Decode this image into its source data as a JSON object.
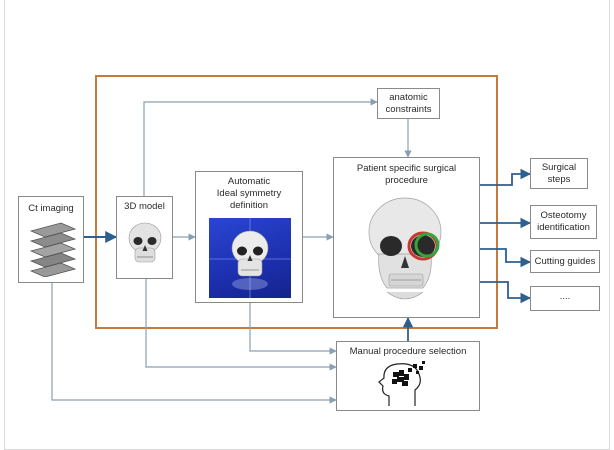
{
  "boxes": {
    "ct_imaging": "Ct imaging",
    "model_3d": "3D model",
    "symmetry": "Automatic\nIdeal symmetry\ndefinition",
    "constraints": "anatomic\nconstraints",
    "procedure": "Patient specific surgical\nprocedure",
    "manual": "Manual procedure selection",
    "steps": "Surgical\nsteps",
    "osteotomy": "Osteotomy\nidentification",
    "guides": "Cutting guides",
    "more": "...."
  },
  "colors": {
    "frame": "#c77a3a",
    "blue_arrow": "#2f5f8f",
    "grey_arrow": "#8aa0b2",
    "plane": "#2338c2",
    "osteotomy_red": "#c8372d",
    "osteotomy_green": "#3aa33a"
  },
  "icons": [
    "ct-slices-icon",
    "skull-icon",
    "head-puzzle-icon"
  ]
}
